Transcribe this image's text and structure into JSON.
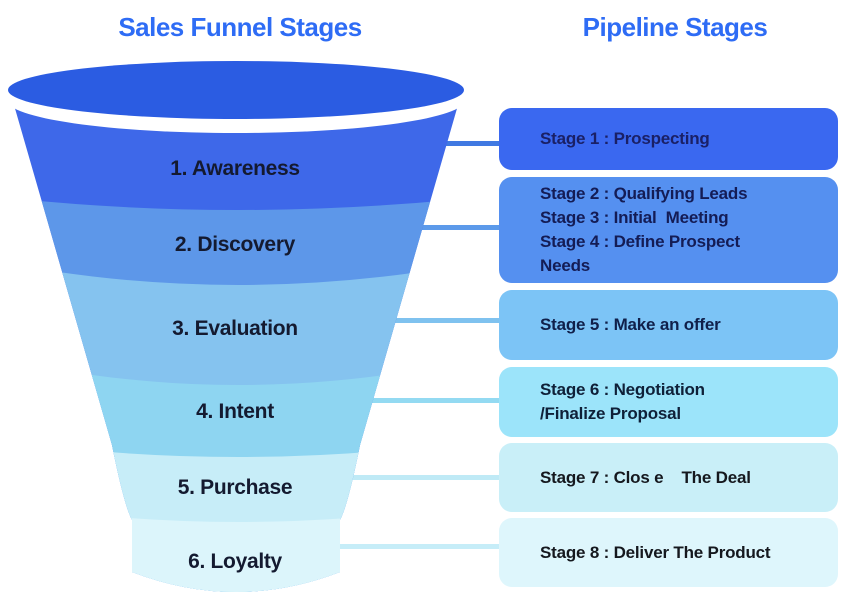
{
  "titles": {
    "left": "Sales Funnel Stages",
    "right": "Pipeline Stages",
    "color": "#2e6cf5"
  },
  "funnel": {
    "rim_color": "#2b5ce2",
    "ring_color": "#ffffff",
    "label_color": "#141a30",
    "stages": [
      {
        "label": "1. Awareness",
        "color": "#3e68e9"
      },
      {
        "label": "2. Discovery",
        "color": "#5d97e9"
      },
      {
        "label": "3. Evaluation",
        "color": "#85c3ef"
      },
      {
        "label": "4. Intent",
        "color": "#8ed5f1"
      },
      {
        "label": "5. Purchase",
        "color": "#c7edf8"
      },
      {
        "label": "6. Loyalty",
        "color": "#dcf5fb"
      }
    ]
  },
  "pipeline": {
    "boxes": [
      {
        "color": "#3a68f0",
        "text_color": "#1a2066",
        "lines": [
          "Stage 1 : Prospecting"
        ]
      },
      {
        "color": "#5590f0",
        "text_color": "#141c55",
        "lines": [
          "Stage 2 : Qualifying Leads",
          "Stage 3 : Initial  Meeting",
          "Stage 4 : Define Prospect",
          "Needs"
        ]
      },
      {
        "color": "#7cc4f6",
        "text_color": "#10204a",
        "lines": [
          "Stage 5 : Make an offer"
        ]
      },
      {
        "color": "#9ce4fa",
        "text_color": "#0f2038",
        "lines": [
          "Stage 6 : Negotiation",
          "/Finalize Proposal"
        ]
      },
      {
        "color": "#c9eff8",
        "text_color": "#15181e",
        "lines": [
          "Stage 7 : Clos e    The Deal"
        ]
      },
      {
        "color": "#def6fc",
        "text_color": "#15181e",
        "lines": [
          "Stage 8 : Deliver The Product"
        ]
      }
    ]
  },
  "connectors": [
    {
      "color": "#4079e2"
    },
    {
      "color": "#5c9aea"
    },
    {
      "color": "#7fc2ef"
    },
    {
      "color": "#93daf2"
    },
    {
      "color": "#bfeaf6"
    },
    {
      "color": "#c6edf8"
    }
  ]
}
